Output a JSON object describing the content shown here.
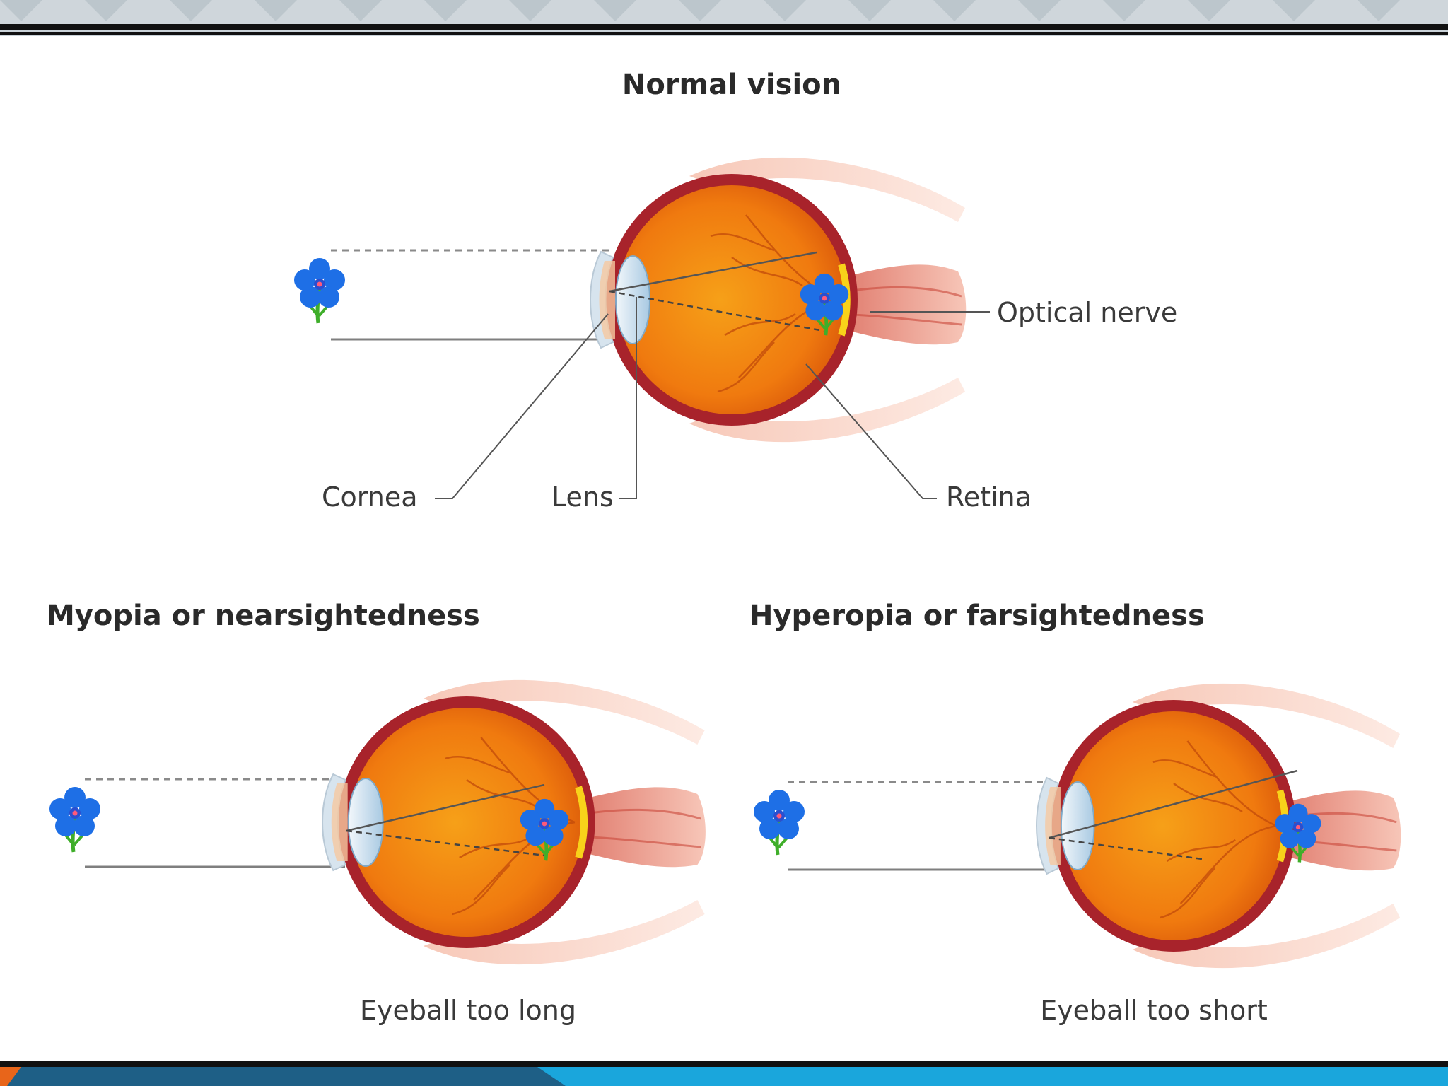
{
  "diagram": {
    "normal": {
      "title": "Normal vision",
      "labels": {
        "optical_nerve": "Optical nerve",
        "cornea": "Cornea",
        "lens": "Lens",
        "retina": "Retina"
      }
    },
    "myopia": {
      "title": "Myopia or nearsightedness",
      "caption": "Eyeball too long"
    },
    "hyperopia": {
      "title": "Hyperopia or farsightedness",
      "caption": "Eyeball too short"
    }
  },
  "colors": {
    "eye_orange": "#f37a10",
    "eye_rim": "#a8232b",
    "flower_blue": "#1e6fe6",
    "stem_green": "#3fae2a",
    "accent_blue": "#1aa6dc"
  }
}
